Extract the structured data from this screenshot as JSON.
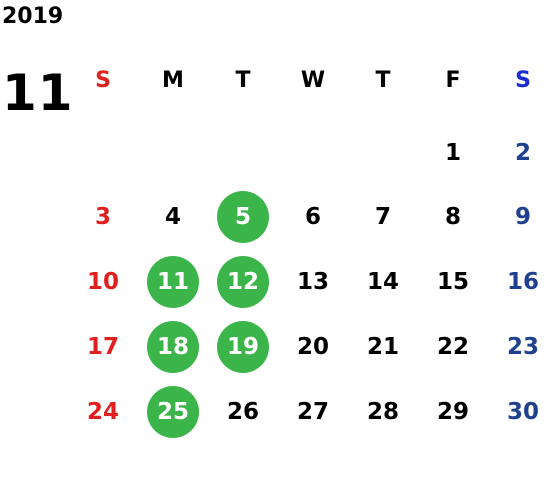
{
  "calendar": {
    "year": "2019",
    "month": "11",
    "weekdays": [
      "S",
      "M",
      "T",
      "W",
      "T",
      "F",
      "S"
    ],
    "colors": {
      "sunday": "#e0201e",
      "saturday_header": "#1a2bd0",
      "saturday": "#1f3f8f",
      "weekday": "#000000",
      "highlight": "#3bb54a"
    },
    "weeks": [
      [
        "",
        "",
        "",
        "",
        "",
        "1",
        "2"
      ],
      [
        "3",
        "4",
        "5",
        "6",
        "7",
        "8",
        "9"
      ],
      [
        "10",
        "11",
        "12",
        "13",
        "14",
        "15",
        "16"
      ],
      [
        "17",
        "18",
        "19",
        "20",
        "21",
        "22",
        "23"
      ],
      [
        "24",
        "25",
        "26",
        "27",
        "28",
        "29",
        "30"
      ]
    ],
    "highlighted_days": [
      "5",
      "11",
      "12",
      "18",
      "19",
      "25"
    ]
  }
}
